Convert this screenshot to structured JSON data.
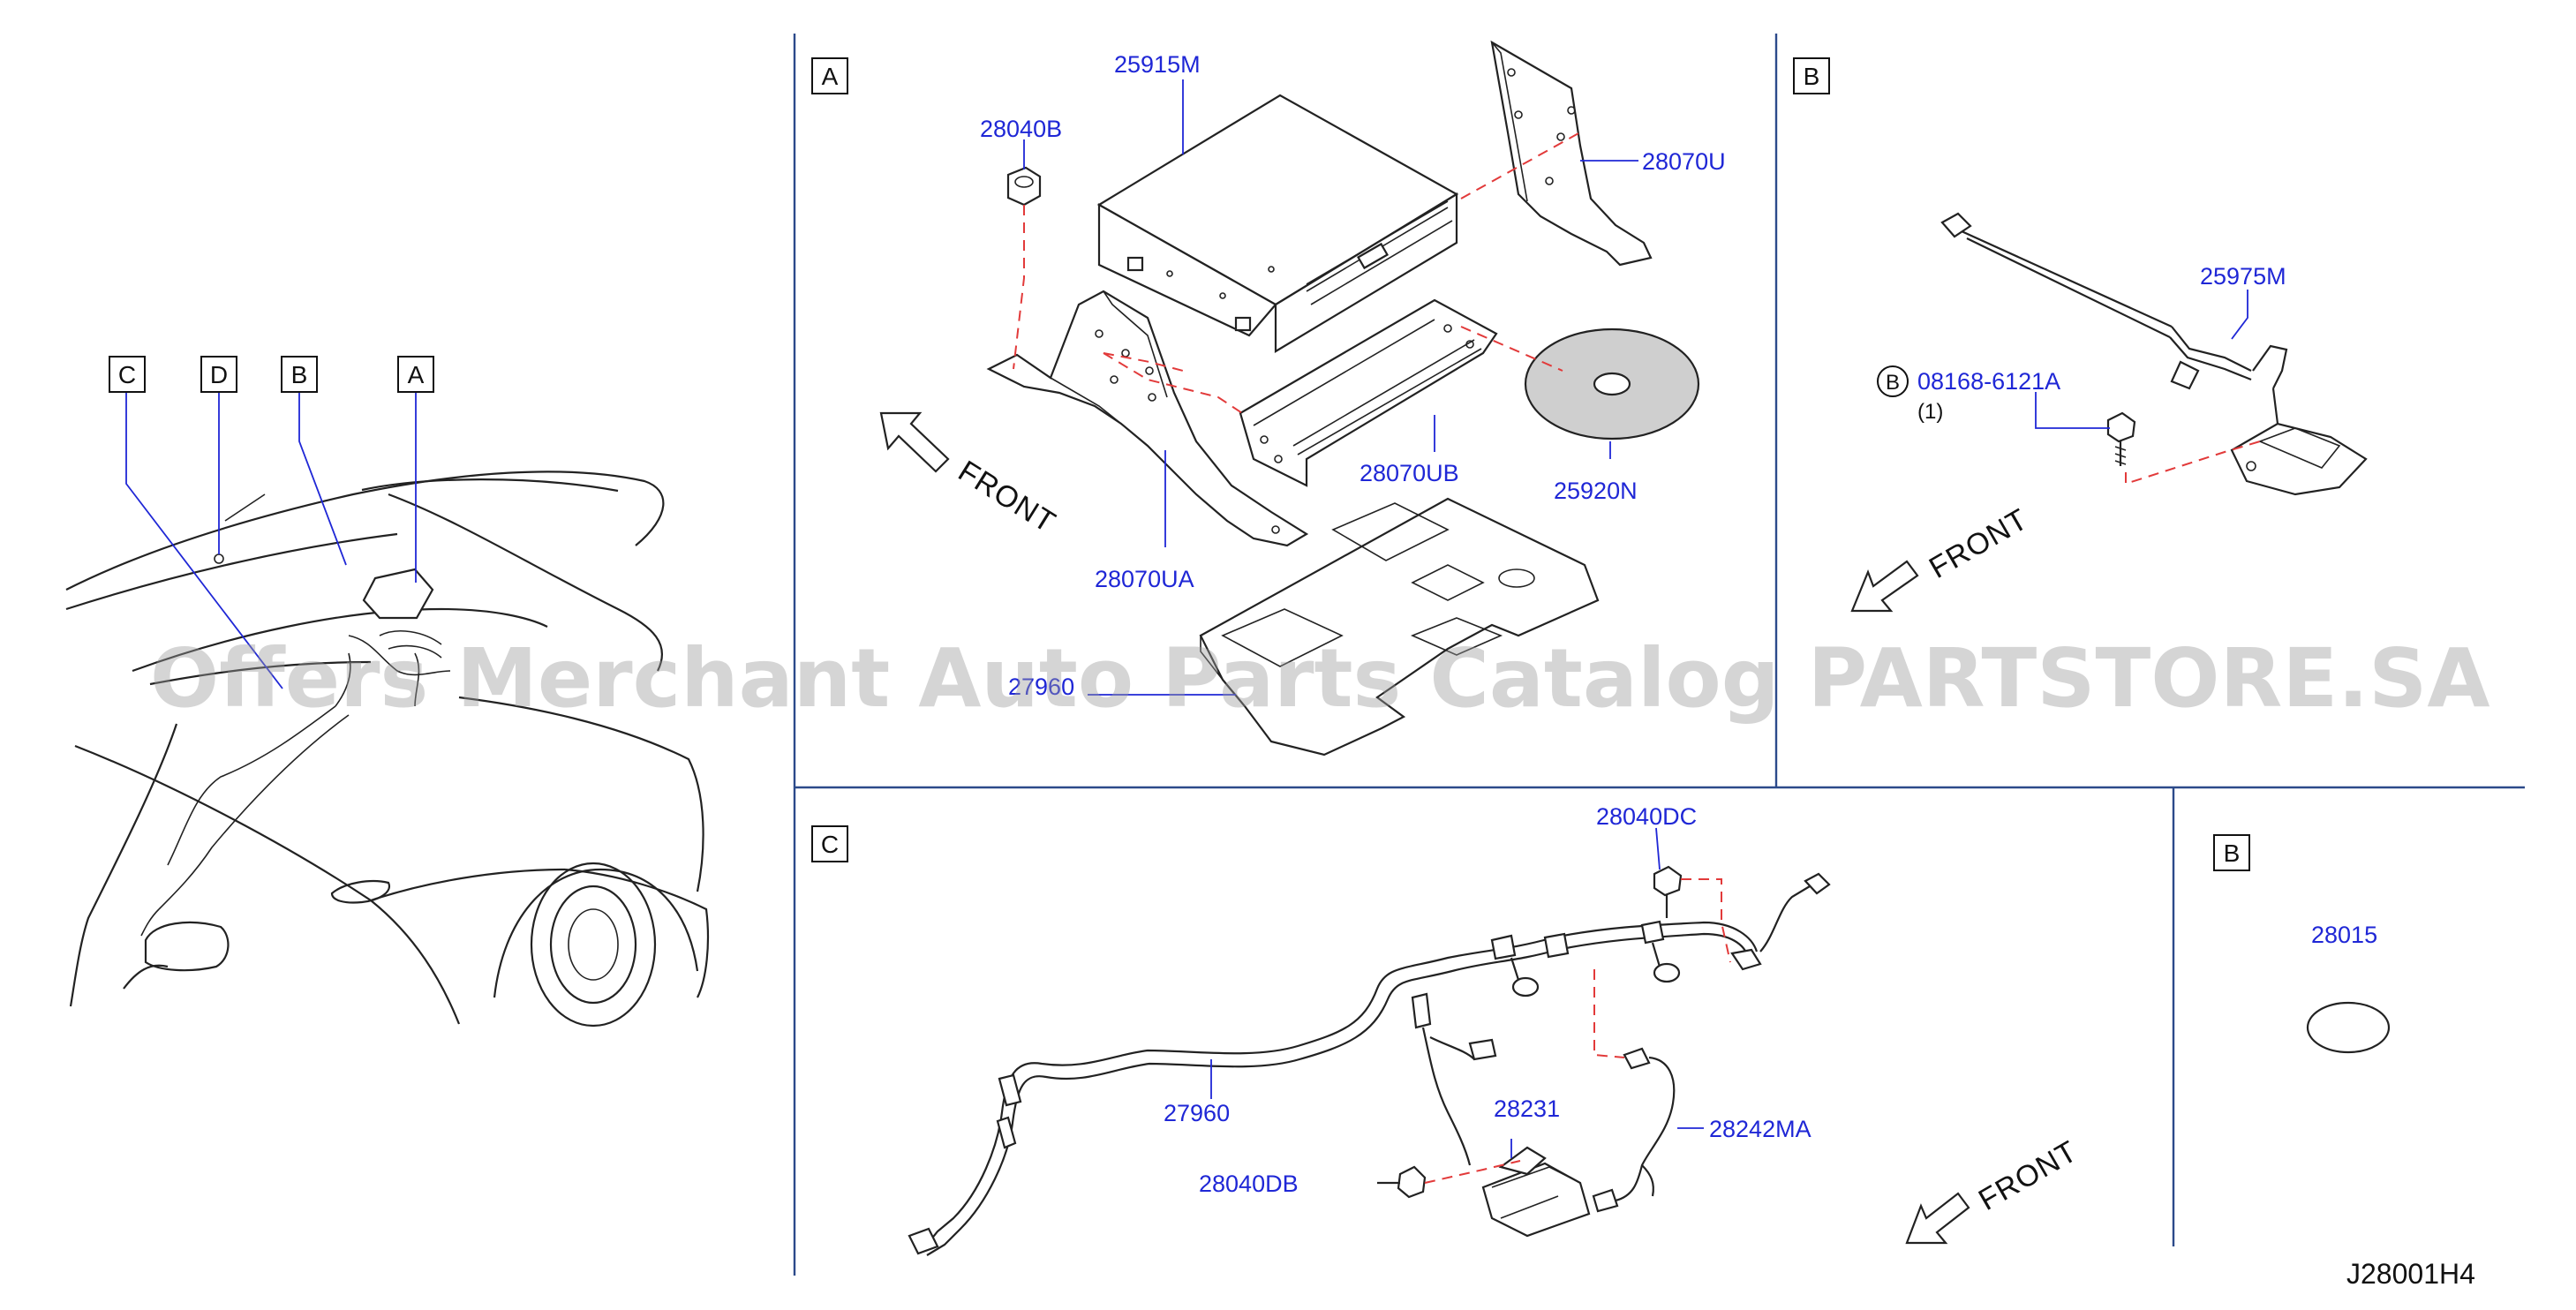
{
  "overview": {
    "labels": [
      "C",
      "D",
      "B",
      "A"
    ]
  },
  "panel_a": {
    "label": "A",
    "front": "FRONT",
    "callouts": [
      "28040B",
      "25915M",
      "28070U",
      "28070UB",
      "25920N",
      "28070UA",
      "27960"
    ]
  },
  "panel_b_top": {
    "label": "B",
    "front": "FRONT",
    "circle_label": "B",
    "callouts": [
      "25975M",
      "08168-6121A"
    ],
    "quantity": "(1)"
  },
  "panel_c": {
    "label": "C",
    "front": "FRONT",
    "callouts": [
      "28040DC",
      "27960",
      "28231",
      "28242MA",
      "28040DB"
    ]
  },
  "panel_b_bottom": {
    "label": "B",
    "callouts": [
      "28015"
    ]
  },
  "diagram_code": "J28001H4",
  "watermark": "Offers Merchant Auto Parts Catalog PARTSTORE.SA"
}
